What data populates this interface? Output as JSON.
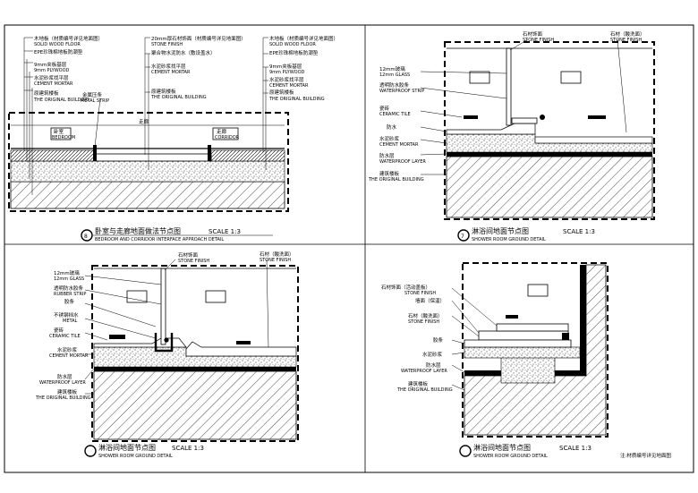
{
  "panels": {
    "p1": {
      "number": "8",
      "title_cn": "卧室与走廊地面做法节点图",
      "title_en": "BEDROOM AND CORRIDOR INTERFACE APPROACH DETAIL",
      "scale": "SCALE 1:3",
      "labels_left": [
        {
          "cn": "木地板（材质编号详见地面图）",
          "en": "SOLID WOOD FLOOR"
        },
        {
          "cn": "EPE珍珠棉地板防潮垫",
          "en": ""
        },
        {
          "cn": "9mm夹板基层",
          "en": "9mm PLYWOOD"
        },
        {
          "cn": "水泥砂浆找平层",
          "en": "CEMENT MORTAR"
        },
        {
          "cn": "原建筑楼板",
          "en": "THE ORIGINAL BUILDING"
        }
      ],
      "label_metal": {
        "cn": "金属压条",
        "en": "METAL STRIP"
      },
      "labels_mid": [
        {
          "cn": "20mm厚石材饰面（材质编号详见地面图）",
          "en": "STONE FINISH"
        },
        {
          "cn": "聚合物水泥防水（敷设盖水）",
          "en": ""
        },
        {
          "cn": "水泥砂浆找平层",
          "en": "CEMENT MORTAR"
        },
        {
          "cn": "原建筑楼板",
          "en": "THE ORIGINAL BUILDING"
        }
      ],
      "labels_right": [
        {
          "cn": "木地板（材质编号详见地面图）",
          "en": "SOLID WOOD FLOOR"
        },
        {
          "cn": "EPE珍珠棉地板防潮垫",
          "en": ""
        },
        {
          "cn": "9mm夹板基层",
          "en": "9mm PLYWOOD"
        },
        {
          "cn": "水泥砂浆找平层",
          "en": "CEMENT MORTAR"
        },
        {
          "cn": "原建筑楼板",
          "en": "THE ORIGINAL BUILDING"
        }
      ],
      "room_left": {
        "cn": "卧室",
        "en": "BEDROOM"
      },
      "room_right": {
        "cn": "走廊",
        "en": "CORRIDOR"
      },
      "corridor_mark": "走廊"
    },
    "p2": {
      "number": "7",
      "title_cn": "淋浴间地面节点图",
      "title_en": "SHOWER ROOM GROUND DETAIL",
      "scale": "SCALE 1:3",
      "top_labels": [
        {
          "cn": "石材饰面",
          "en": "STONE FINISH"
        },
        {
          "cn": "石材（酸洗面）",
          "en": "STONE FINISH"
        }
      ],
      "labels_left": [
        {
          "cn": "12mm玻璃",
          "en": "12mm GLASS"
        },
        {
          "cn": "透明防水胶条",
          "en": "WATERPROOF STRIP"
        },
        {
          "cn": "瓷砖",
          "en": "CERAMIC TILE"
        },
        {
          "cn": "防水",
          "en": ""
        },
        {
          "cn": "水泥砂浆",
          "en": "CEMENT MORTAR"
        },
        {
          "cn": "防水层",
          "en": "WATERPROOF LAYER"
        },
        {
          "cn": "建筑楼板",
          "en": "THE ORIGINAL BUILDING"
        }
      ],
      "room_a": {
        "cn": "",
        "en": ""
      },
      "room_b": {
        "cn": "",
        "en": ""
      }
    },
    "p3": {
      "number": "",
      "title_cn": "淋浴间地面节点图",
      "title_en": "SHOWER ROOM GROUND DETAIL",
      "scale": "SCALE 1:3",
      "top_labels": [
        {
          "cn": "石材饰面",
          "en": "STONE FINISH"
        },
        {
          "cn": "石材（酸洗面）",
          "en": "STONE FINISH"
        }
      ],
      "labels_left": [
        {
          "cn": "12mm玻璃",
          "en": "12mm GLASS"
        },
        {
          "cn": "透明防水胶条",
          "en": "RUBBER STRIP"
        },
        {
          "cn": "胶条",
          "en": ""
        },
        {
          "cn": "不锈钢挡水",
          "en": "METAL"
        },
        {
          "cn": "瓷砖",
          "en": "CERAMIC TILE"
        },
        {
          "cn": "水泥砂浆",
          "en": "CEMENT MORTAR"
        },
        {
          "cn": "防水层",
          "en": "WATERPROOF LAYER"
        },
        {
          "cn": "建筑楼板",
          "en": "THE ORIGINAL BUILDING"
        }
      ],
      "room_a": {
        "cn": "",
        "en": ""
      },
      "room_b": {
        "cn": "",
        "en": ""
      }
    },
    "p4": {
      "number": "",
      "title_cn": "淋浴间地面节点图",
      "title_en": "SHOWER ROOM GROUND DETAIL",
      "scale": "SCALE 1:3",
      "labels_left": [
        {
          "cn": "石材饰面（活动盖板）",
          "en": "STONE FINISH"
        },
        {
          "cn": "墙面（保温）",
          "en": ""
        },
        {
          "cn": "石材（酸洗面）",
          "en": "STONE FINISH"
        },
        {
          "cn": "胶条",
          "en": ""
        },
        {
          "cn": "水泥砂浆",
          "en": ""
        },
        {
          "cn": "防水层",
          "en": "WATERPROOF LAYER"
        },
        {
          "cn": "建筑楼板",
          "en": "THE ORIGINAL BUILDING"
        }
      ],
      "room_a": {
        "cn": "",
        "en": ""
      }
    }
  },
  "footnote": "注:材质编号详见地面图"
}
